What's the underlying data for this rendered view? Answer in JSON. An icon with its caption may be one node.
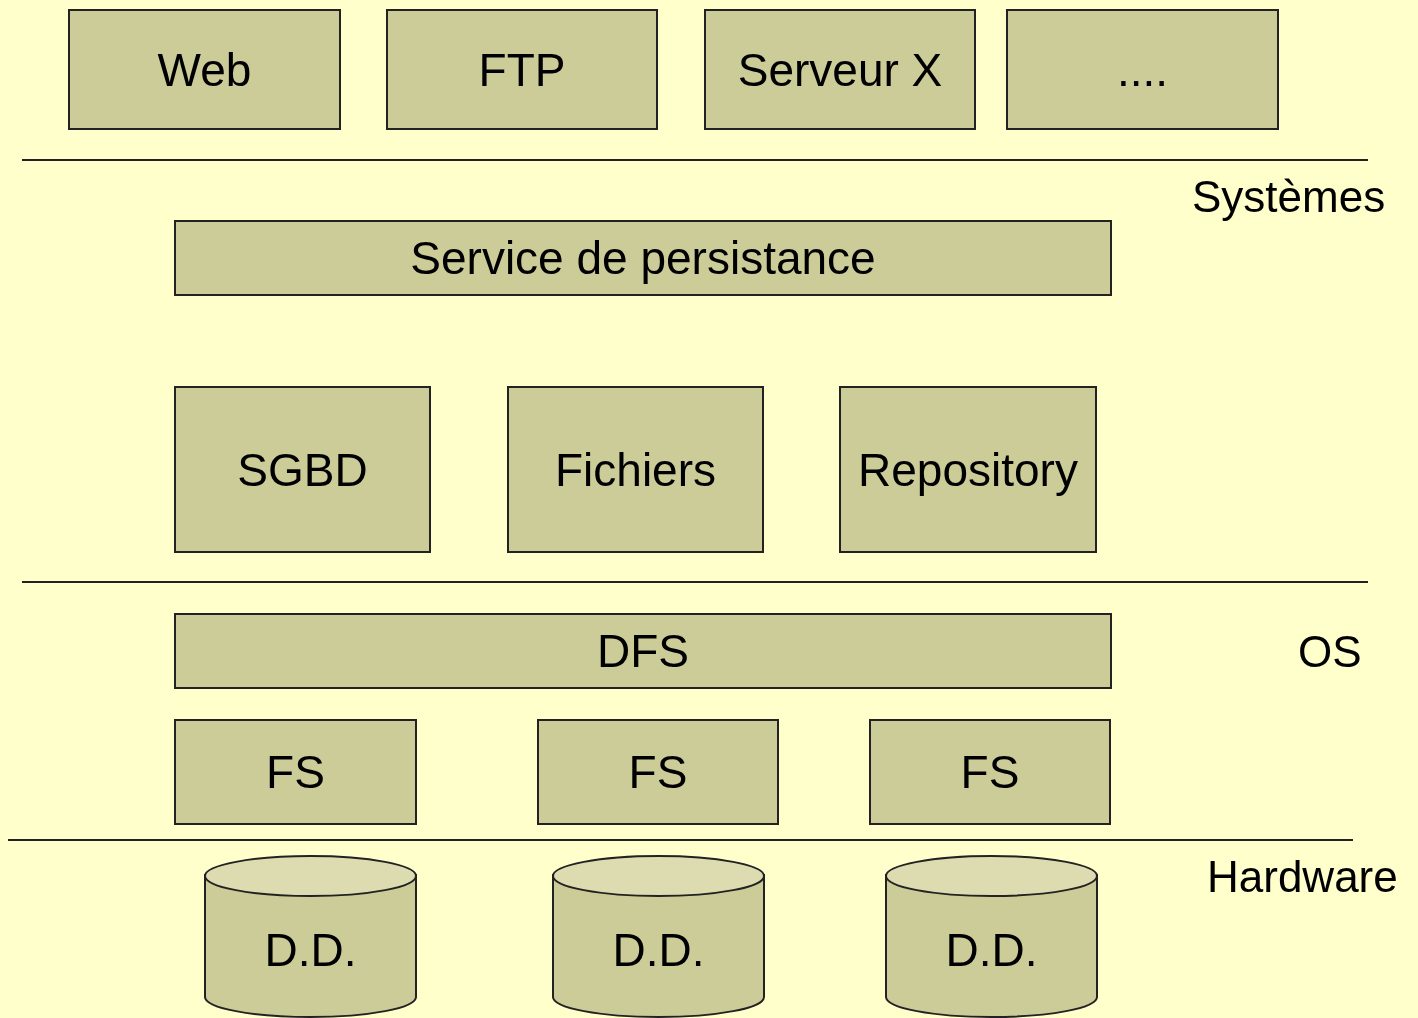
{
  "diagram": {
    "nodes": [
      {
        "text": [
          "Web"
        ]
      },
      {
        "text": [
          "FTP"
        ]
      },
      {
        "text": [
          "Serveur X"
        ]
      },
      {
        "text": [
          "...."
        ]
      },
      {
        "text": [
          "Service de persistance"
        ]
      },
      {
        "text": [
          "SGBD"
        ]
      },
      {
        "text": [
          "Fichiers"
        ]
      },
      {
        "text": [
          "Repository"
        ]
      },
      {
        "text": [
          "DFS"
        ]
      },
      {
        "text": [
          "FS"
        ]
      },
      {
        "text": [
          "FS"
        ]
      },
      {
        "text": [
          "FS"
        ]
      },
      {
        "text": [
          "D.D."
        ]
      },
      {
        "text": [
          "D.D."
        ]
      },
      {
        "text": [
          "D.D."
        ]
      }
    ],
    "labels": [
      "Systèmes",
      "OS",
      "Hardware"
    ]
  }
}
